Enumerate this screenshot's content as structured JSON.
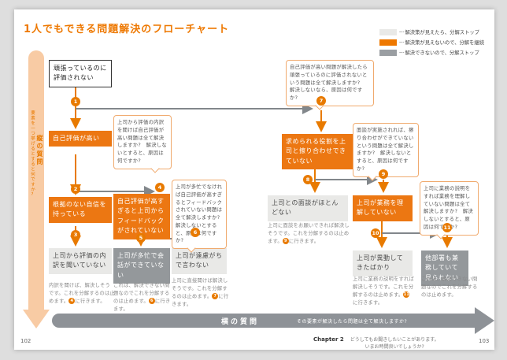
{
  "page": {
    "title": "1人でもできる問題解決のフローチャート",
    "page_left": "102",
    "page_right": "103",
    "footer_chapter": "Chapter 2",
    "footer_line1": "どうしてもお聞きしたいことがあります。",
    "footer_line2": "いまお時間良いでしょうか?"
  },
  "colors": {
    "accent_orange": "#ec7712",
    "step_orange": "#e87a00",
    "light_gray_box": "#e9e9e7",
    "dark_gray_box": "#94989b",
    "line_gray": "#82878b",
    "axis_light_orange": "#f8cba4",
    "axis_gray": "#8e9297"
  },
  "legend": {
    "dash": "---",
    "items": [
      {
        "swatch": "light",
        "label": "解決策が見えたら、分解ストップ"
      },
      {
        "swatch": "orange",
        "label": "解決策が見えないので、分解を継続"
      },
      {
        "swatch": "dark",
        "label": "解決できないので、分解ストップ"
      }
    ]
  },
  "axes": {
    "vertical": {
      "title": "縦の質問",
      "question": "要素を一つ挙げるとすると何ですか?"
    },
    "horizontal": {
      "title": "横の質問",
      "question": "その要素が解決したら問題は全て解決しますか?"
    }
  },
  "nodes": {
    "start": "頑張っているのに評価されない",
    "a1": "自己評価が高い",
    "a2": "根拠のない自信を持っている",
    "a3": "上司から評価の内訳を聞いていない",
    "b1": "自己評価が高すぎると上司からフィードバックがされていない",
    "b2": "上司が多忙で会話ができていない",
    "c1": "上司が遠慮がちで言わない",
    "d": "求められる役割を上司と擦り合わせできていない",
    "e": "上司との面談がほとんどない",
    "f": "上司が業務を理解していない",
    "g": "上司が異動してきたばかり",
    "h": "他部署も兼務していて見られない"
  },
  "bubbles": {
    "q1": "上司から評価の内訳を聞けば自己評価が高い問題は全て解決しますか?　解決しないとすると、原因は何ですか?",
    "q2": "上司が多忙でなければ自己評価が高すぎるとフィードバックされていない問題は全て解決しますか?　解決しないとすると、原因は何ですか?",
    "q3": "自己評価が高い問題が解決したら頑張っているのに評価されないという問題は全て解決しますか?　解決しないなら、原因は何ですか?",
    "q4": "面談が実施されれば、擦り合わせができていないという問題は全て解決しますか?　解決しないとすると、原因は何ですか?",
    "q5": "上司に業務の説明をすれば業務を理解していない問題は全て解決しますか?　解決しないとすると、原因は何ですか?"
  },
  "steps": {
    "s1": "1",
    "s2": "2",
    "s3": "3",
    "s4": "4",
    "s5": "5",
    "s6": "6",
    "s7": "7",
    "s8": "8",
    "s9": "9",
    "s10": "10",
    "s11": "11"
  },
  "notes": {
    "a3": {
      "t1": "内訳を聞けば、解決しそうです。これを分解するのは止めます。",
      "go": "4",
      "t2": "に行きます。"
    },
    "b2": {
      "t1": "これは、解決できない問題なのでこれを分解するのは止めます。",
      "go": "6",
      "t2": "に行きます。"
    },
    "c1": {
      "t1": "上司に直接聞けば解決しそうです。これを分解するのは止めます。",
      "go": "7",
      "t2": "に行きます。"
    },
    "e": {
      "t1": "上司に面談をお願いできれば解決しそうです。これを分解するのは止めます。",
      "go": "9",
      "t2": "に行きます。"
    },
    "g": {
      "t1": "上司に業務の説明をすれば解決しそうです。これを分解するのは止めます。",
      "go": "11",
      "t2": "に行きます。"
    },
    "h": {
      "t1": "これは、解決できない問題なのでこれを分解するのは止めます。",
      "go": "",
      "t2": ""
    }
  }
}
